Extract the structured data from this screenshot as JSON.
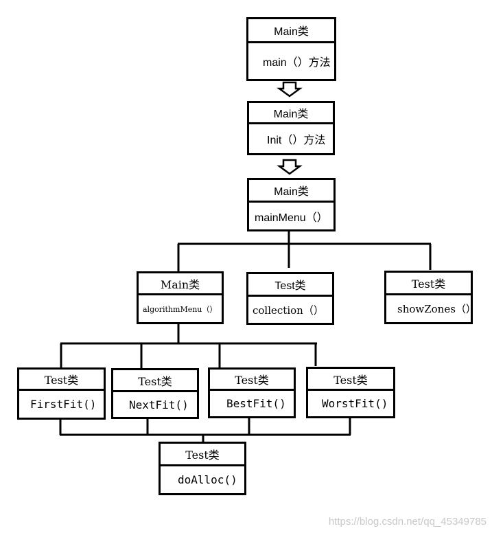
{
  "boxes": {
    "main_entry": {
      "header": "Main类",
      "body": "main（）方法"
    },
    "init": {
      "header": "Main类",
      "body": "Init（）方法"
    },
    "main_menu": {
      "header": "Main类",
      "body": "mainMenu（）"
    },
    "algorithm_menu": {
      "header": "Main类",
      "body": "algorithmMenu（）"
    },
    "collection": {
      "header": "Test类",
      "body": "collection（）"
    },
    "show_zones": {
      "header": "Test类",
      "body": "showZones（）"
    },
    "first_fit": {
      "header": "Test类",
      "body": "FirstFit()"
    },
    "next_fit": {
      "header": "Test类",
      "body": "NextFit()"
    },
    "best_fit": {
      "header": "Test类",
      "body": "BestFit()"
    },
    "worst_fit": {
      "header": "Test类",
      "body": "WorstFit()"
    },
    "do_alloc": {
      "header": "Test类",
      "body": "doAlloc()"
    }
  },
  "watermark": "https://blog.csdn.net/qq_45349785"
}
